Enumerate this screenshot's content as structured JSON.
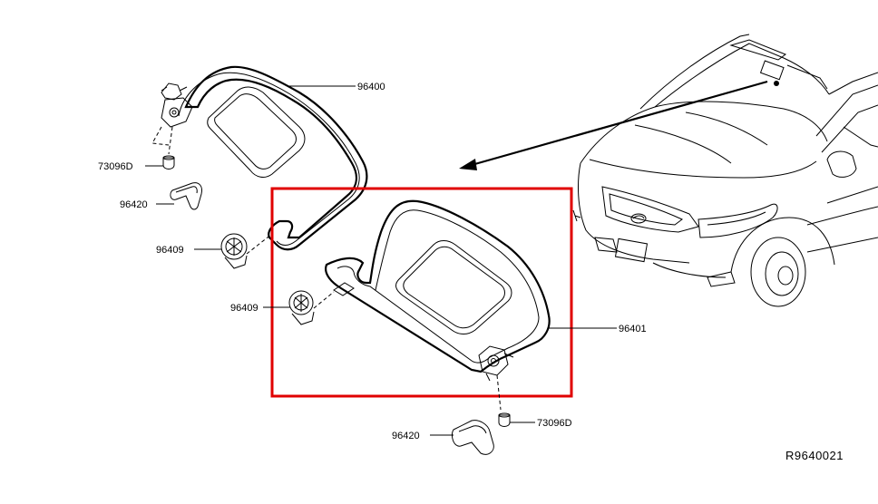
{
  "diagram": {
    "parts": {
      "visor_left": "96400",
      "visor_right": "96401",
      "holder_left": "96409",
      "holder_right": "96409",
      "cover_left": "96420",
      "cover_right": "96420",
      "clip_left": "73096D",
      "clip_right": "73096D"
    },
    "reference_code": "R9640021",
    "colors": {
      "highlight_box": "#e00000",
      "line": "#000000"
    }
  }
}
